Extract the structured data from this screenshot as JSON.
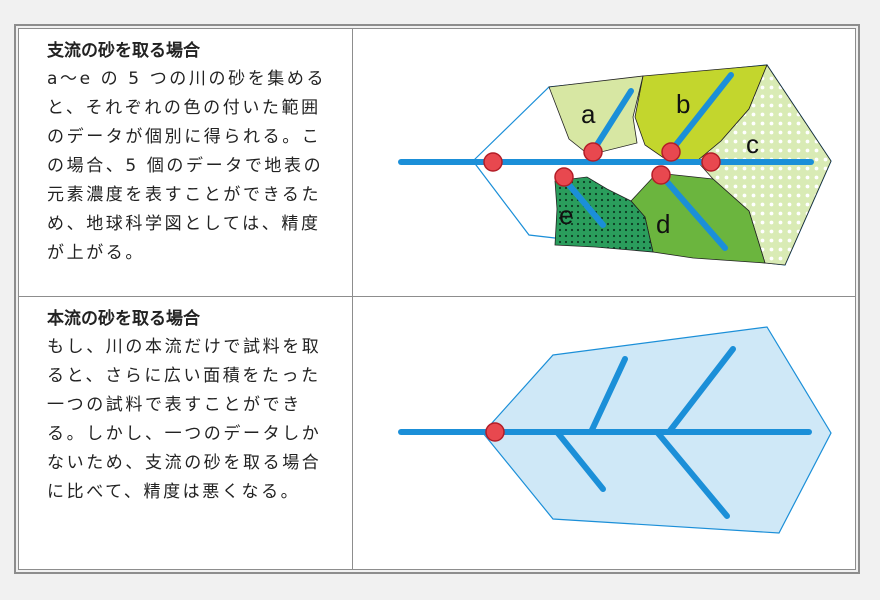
{
  "sections": [
    {
      "title": "支流の砂を取る場合",
      "body": "a〜e の 5 つの川の砂を集めると、それぞれの色の付いた範囲のデータが個別に得られる。この場合、5 個のデータで地表の元素濃度を表すことができるため、地球科学図としては、精度が上がる。"
    },
    {
      "title": "本流の砂を取る場合",
      "body": "もし、川の本流だけで試料を取ると、さらに広い面積をたった一つの試料で表すことができる。しかし、一つのデータしかないため、支流の砂を取る場合に比べて、精度は悪くなる。"
    }
  ],
  "diagram_labels": {
    "a": "a",
    "b": "b",
    "c": "c",
    "d": "d",
    "e": "e"
  },
  "colors": {
    "river": "#1b8fd8",
    "sample_point": "#e8484f",
    "basin_a": "#d7e7a3",
    "basin_b": "#c3d62d",
    "basin_c": "#d9ebb5",
    "basin_d": "#6bb53e",
    "basin_e": "#2a9d5c",
    "main_basin": "#cfe8f7"
  }
}
